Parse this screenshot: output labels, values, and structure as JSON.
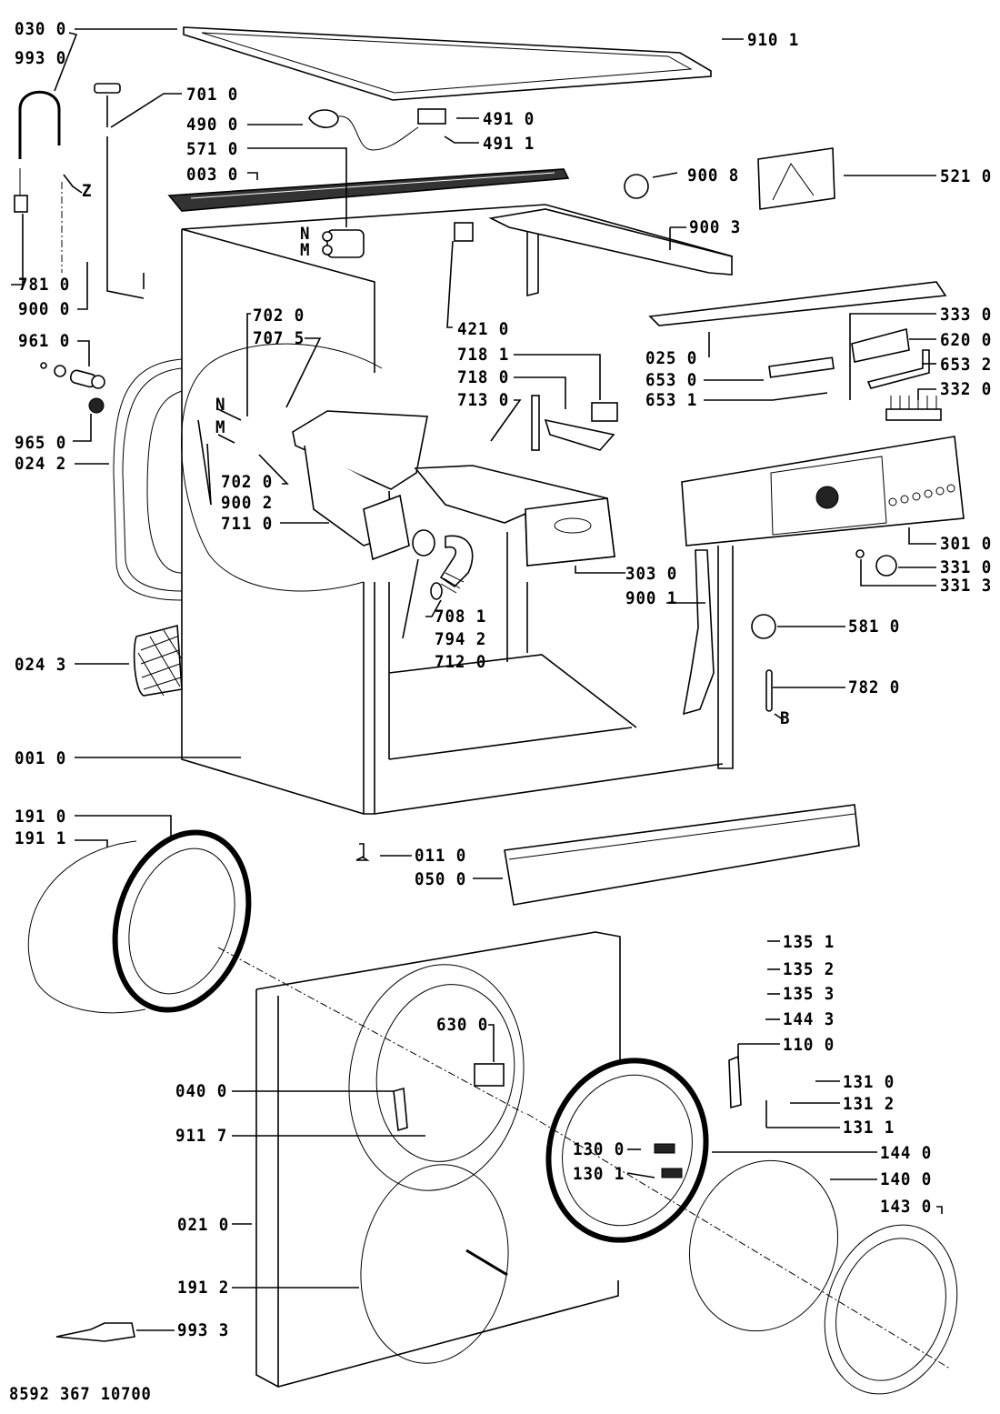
{
  "diagram": {
    "type": "exploded-parts-diagram",
    "subject": "front-loading washing machine cabinet and door",
    "document_number": "8592 367 10700",
    "callouts": [
      {
        "id": "l0300",
        "text": "030 0"
      },
      {
        "id": "l9930",
        "text": "993 0"
      },
      {
        "id": "l7010",
        "text": "701 0"
      },
      {
        "id": "l4900",
        "text": "490 0"
      },
      {
        "id": "l5710",
        "text": "571 0"
      },
      {
        "id": "l0030",
        "text": "003 0"
      },
      {
        "id": "lZ",
        "text": "Z"
      },
      {
        "id": "l7810",
        "text": "781 0"
      },
      {
        "id": "l9000",
        "text": "900 0"
      },
      {
        "id": "l9610",
        "text": "961 0"
      },
      {
        "id": "l9650",
        "text": "965 0"
      },
      {
        "id": "l0242",
        "text": "024 2"
      },
      {
        "id": "l9101",
        "text": "910 1"
      },
      {
        "id": "l4910",
        "text": "491 0"
      },
      {
        "id": "l4911",
        "text": "491 1"
      },
      {
        "id": "l9008",
        "text": "900 8"
      },
      {
        "id": "l5210",
        "text": "521 0"
      },
      {
        "id": "l9003",
        "text": "900 3"
      },
      {
        "id": "lN1",
        "text": "N"
      },
      {
        "id": "lM1",
        "text": "M"
      },
      {
        "id": "l7020a",
        "text": "702 0"
      },
      {
        "id": "l7075",
        "text": "707 5"
      },
      {
        "id": "lN2",
        "text": "N"
      },
      {
        "id": "lM2",
        "text": "M"
      },
      {
        "id": "l7020b",
        "text": "702 0"
      },
      {
        "id": "l9002",
        "text": "900 2"
      },
      {
        "id": "l7110",
        "text": "711 0"
      },
      {
        "id": "l4210",
        "text": "421 0"
      },
      {
        "id": "l7181",
        "text": "718 1"
      },
      {
        "id": "l7180",
        "text": "718 0"
      },
      {
        "id": "l7130",
        "text": "713 0"
      },
      {
        "id": "l3030",
        "text": "303 0"
      },
      {
        "id": "l9001",
        "text": "900 1"
      },
      {
        "id": "l7081",
        "text": "708 1"
      },
      {
        "id": "l7942",
        "text": "794 2"
      },
      {
        "id": "l7120",
        "text": "712 0"
      },
      {
        "id": "l0250",
        "text": "025 0"
      },
      {
        "id": "l6530",
        "text": "653 0"
      },
      {
        "id": "l6531",
        "text": "653 1"
      },
      {
        "id": "l3330",
        "text": "333 0"
      },
      {
        "id": "l6200",
        "text": "620 0"
      },
      {
        "id": "l6532",
        "text": "653 2"
      },
      {
        "id": "l3320",
        "text": "332 0"
      },
      {
        "id": "l3010",
        "text": "301 0"
      },
      {
        "id": "l3310",
        "text": "331 0"
      },
      {
        "id": "l3313",
        "text": "331 3"
      },
      {
        "id": "l5810",
        "text": "581 0"
      },
      {
        "id": "l7820",
        "text": "782 0"
      },
      {
        "id": "lB",
        "text": "B"
      },
      {
        "id": "l0243",
        "text": "024 3"
      },
      {
        "id": "l0010",
        "text": "001 0"
      },
      {
        "id": "l1910",
        "text": "191 0"
      },
      {
        "id": "l1911",
        "text": "191 1"
      },
      {
        "id": "l0110",
        "text": "011 0"
      },
      {
        "id": "l0500",
        "text": "050 0"
      },
      {
        "id": "l1351",
        "text": "135 1"
      },
      {
        "id": "l1352",
        "text": "135 2"
      },
      {
        "id": "l1353",
        "text": "135 3"
      },
      {
        "id": "l1443",
        "text": "144 3"
      },
      {
        "id": "l1100",
        "text": "110 0"
      },
      {
        "id": "l1310",
        "text": "131 0"
      },
      {
        "id": "l1312",
        "text": "131 2"
      },
      {
        "id": "l1311",
        "text": "131 1"
      },
      {
        "id": "l6300",
        "text": "630 0"
      },
      {
        "id": "l0400",
        "text": "040 0"
      },
      {
        "id": "l9117",
        "text": "911 7"
      },
      {
        "id": "l1300",
        "text": "130 0"
      },
      {
        "id": "l1301",
        "text": "130 1"
      },
      {
        "id": "l1440",
        "text": "144 0"
      },
      {
        "id": "l1400",
        "text": "140 0"
      },
      {
        "id": "l1430",
        "text": "143 0"
      },
      {
        "id": "l0210",
        "text": "021 0"
      },
      {
        "id": "l1912",
        "text": "191 2"
      },
      {
        "id": "l9933",
        "text": "993 3"
      }
    ]
  }
}
